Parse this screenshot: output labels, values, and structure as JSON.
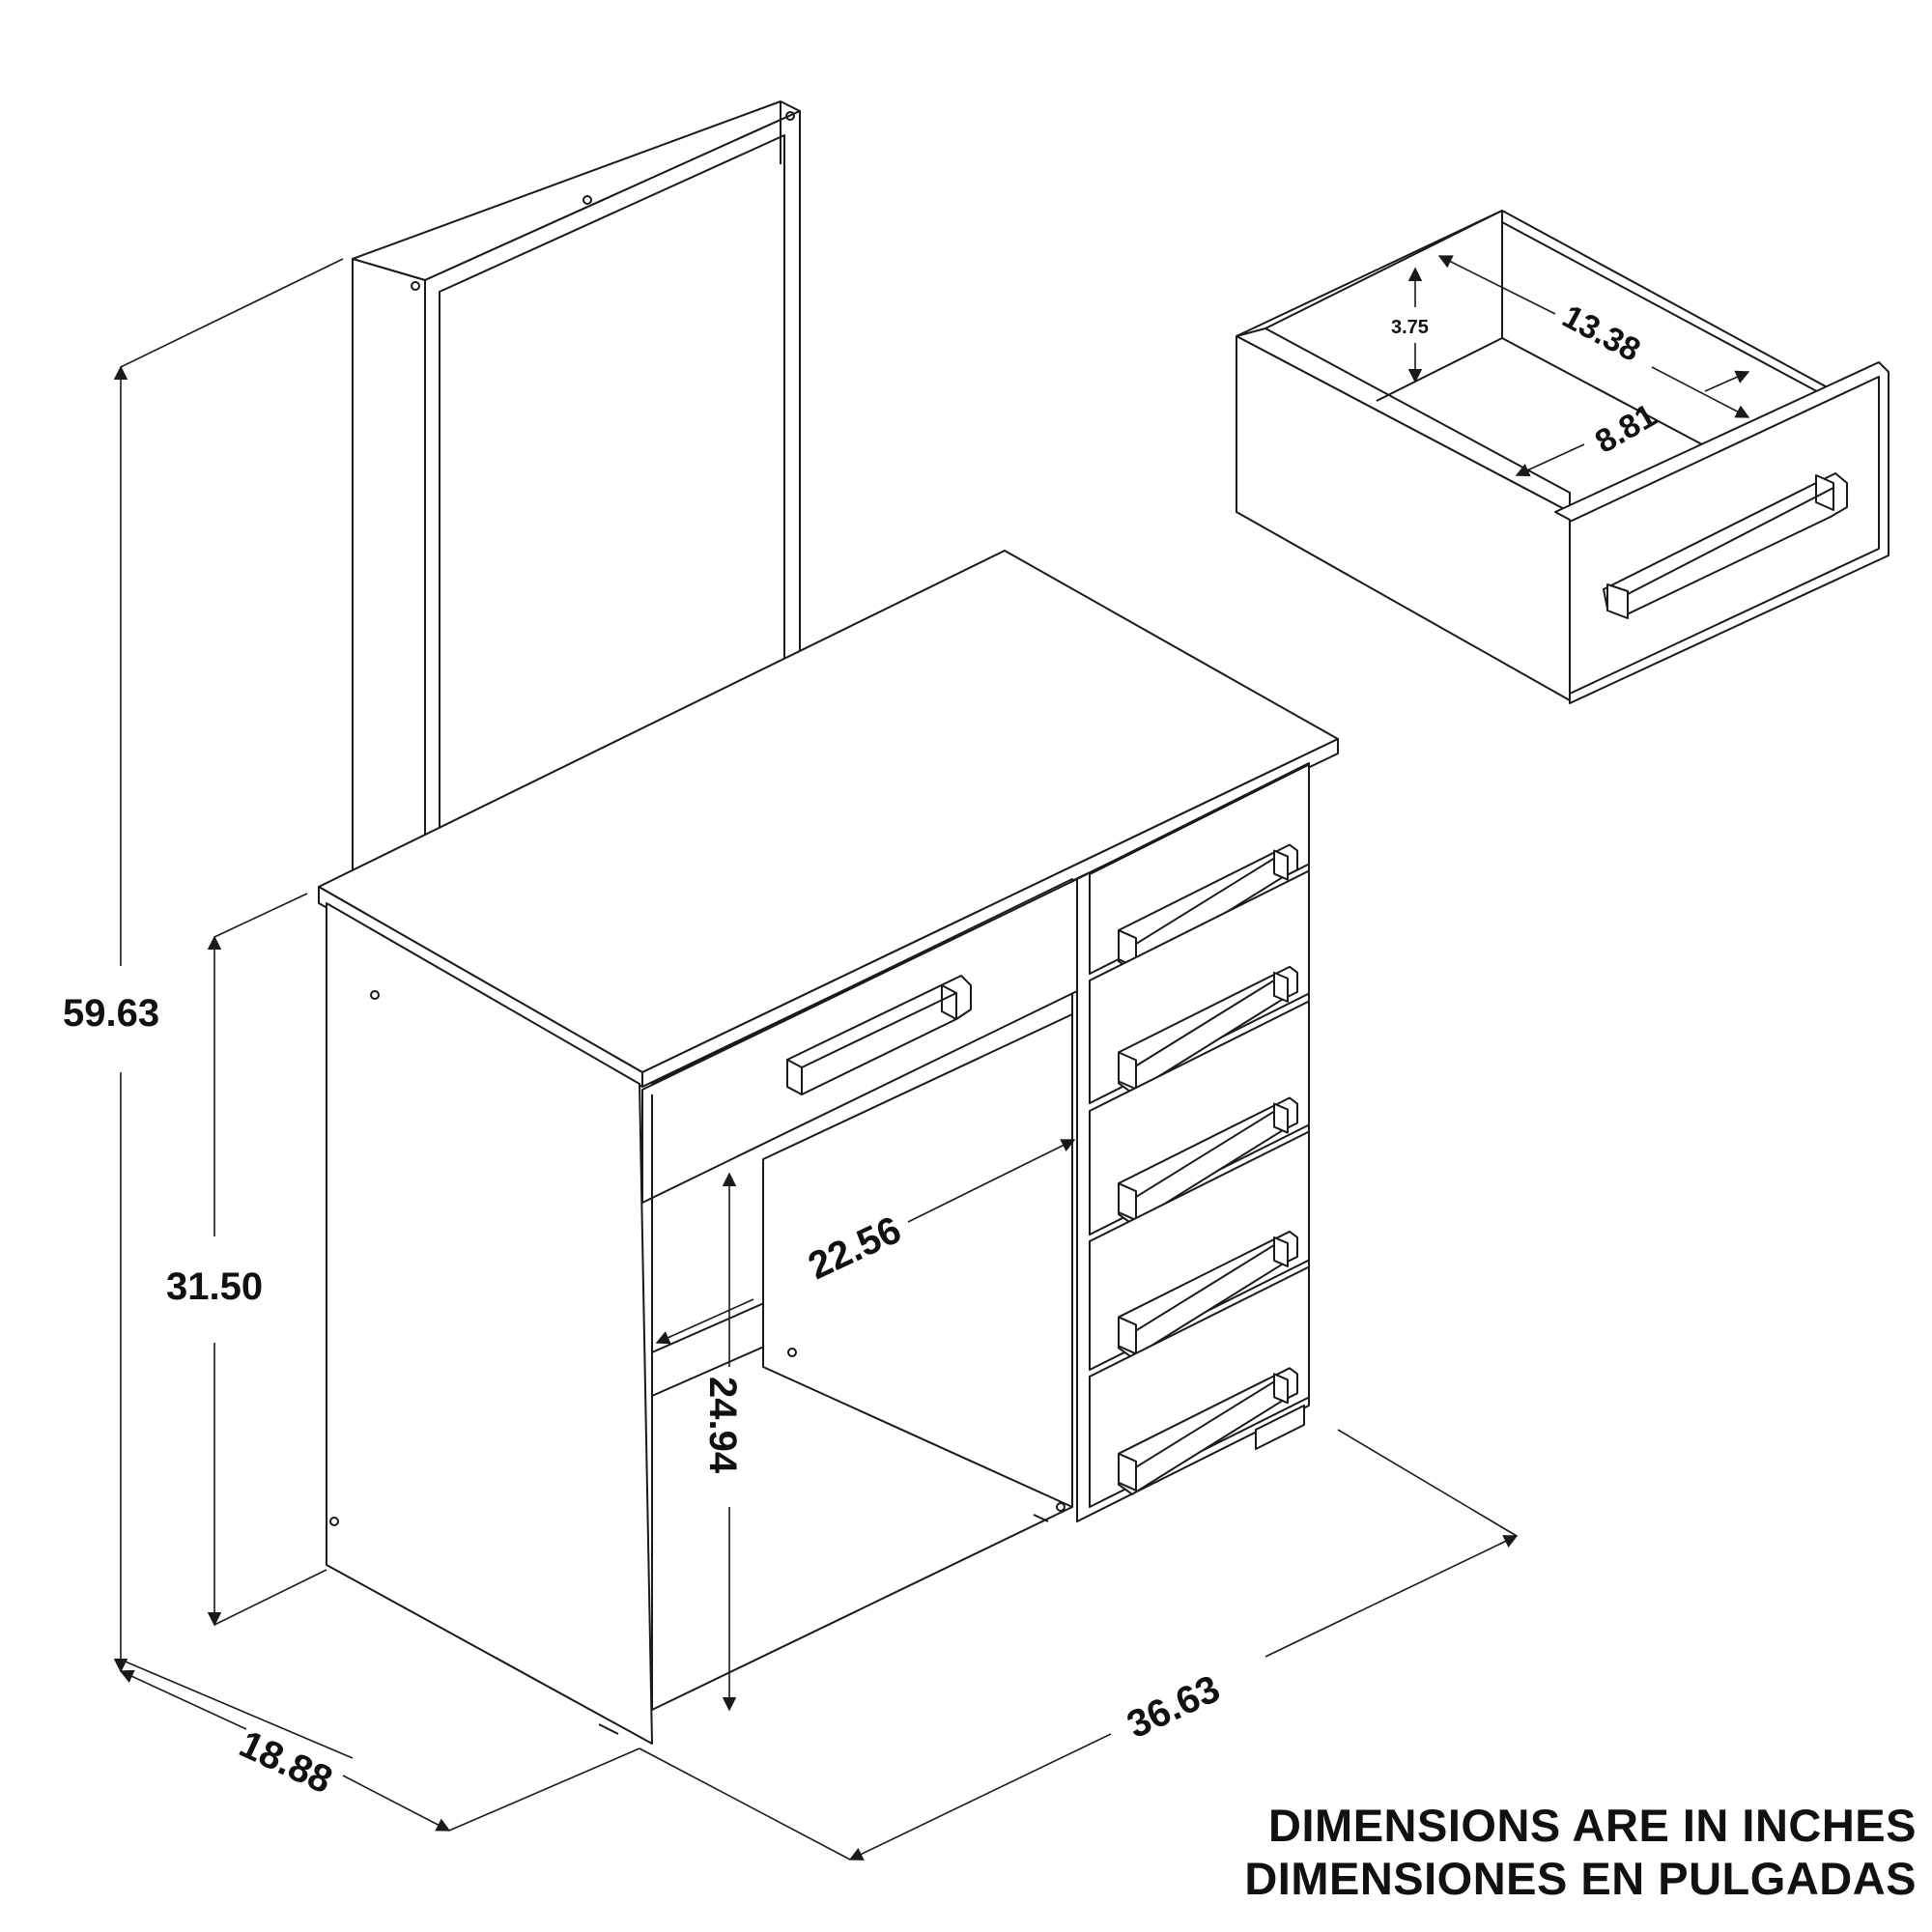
{
  "dimensions": {
    "overall_height": "59.63",
    "desk_height": "31.50",
    "depth": "18.88",
    "width": "36.63",
    "knee_width": "22.56",
    "knee_height": "24.94",
    "drawer_interior_width": "13.38",
    "drawer_interior_depth": "8.81",
    "drawer_interior_height": "3.75"
  },
  "notes": {
    "line1": "DIMENSIONS ARE IN INCHES",
    "line2": "DIMENSIONES EN PULGADAS"
  }
}
